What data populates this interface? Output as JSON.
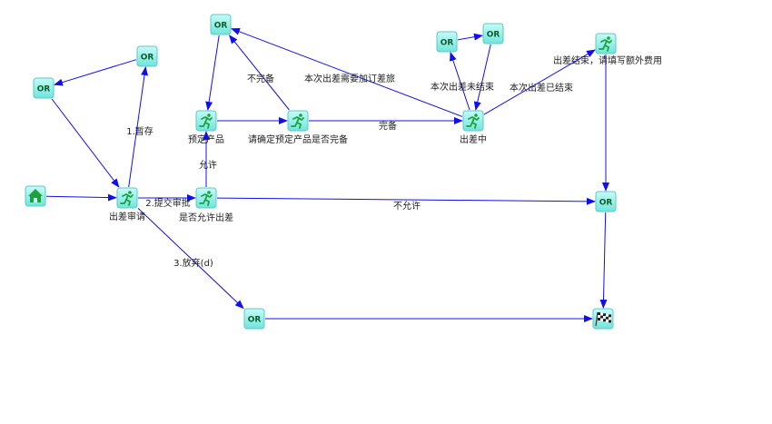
{
  "nodes": {
    "start": {
      "kind": "start",
      "label": ""
    },
    "apply": {
      "kind": "task",
      "label": "出差审请"
    },
    "or_left": {
      "kind": "or",
      "label": "OR"
    },
    "or_temp": {
      "kind": "or",
      "label": "OR"
    },
    "approve": {
      "kind": "task",
      "label": "是否允许出差"
    },
    "book": {
      "kind": "task",
      "label": "预定产品"
    },
    "or_top": {
      "kind": "or",
      "label": "OR"
    },
    "confirm": {
      "kind": "task",
      "label": "请确定预定产品是否完备"
    },
    "trip": {
      "kind": "task",
      "label": "出差中"
    },
    "or_trip_a": {
      "kind": "or",
      "label": "OR"
    },
    "or_trip_b": {
      "kind": "or",
      "label": "OR"
    },
    "expense": {
      "kind": "task",
      "label": ""
    },
    "or_right": {
      "kind": "or",
      "label": "OR"
    },
    "or_bottom": {
      "kind": "or",
      "label": "OR"
    },
    "end": {
      "kind": "end",
      "label": ""
    }
  },
  "edges": [
    {
      "id": "e1",
      "label": ""
    },
    {
      "id": "e2",
      "label": "1.暂存"
    },
    {
      "id": "e3",
      "label": ""
    },
    {
      "id": "e4",
      "label": ""
    },
    {
      "id": "e5",
      "label": "2.提交审批"
    },
    {
      "id": "e6",
      "label": "3.放弃(d)"
    },
    {
      "id": "e7",
      "label": "允许"
    },
    {
      "id": "e8",
      "label": "不允许"
    },
    {
      "id": "e9",
      "label": ""
    },
    {
      "id": "e10",
      "label": ""
    },
    {
      "id": "e11",
      "label": "不完备"
    },
    {
      "id": "e12",
      "label": "完备"
    },
    {
      "id": "e13",
      "label": "本次出差需要加订差旅"
    },
    {
      "id": "e14",
      "label": "本次出差未结束"
    },
    {
      "id": "e15",
      "label": ""
    },
    {
      "id": "e16",
      "label": ""
    },
    {
      "id": "e17",
      "label": "本次出差已结束"
    },
    {
      "id": "e18",
      "label": "出差结束，请填写额外费用"
    },
    {
      "id": "e19",
      "label": ""
    },
    {
      "id": "e20",
      "label": ""
    }
  ],
  "colors": {
    "edge": "#1010ee",
    "node_fill": "#8ef0ea",
    "node_border": "#5cc9c4",
    "icon": "#1aa33c"
  },
  "icons": {
    "start": "home-icon",
    "task": "running-man-icon",
    "end": "checkered-flag-icon"
  }
}
